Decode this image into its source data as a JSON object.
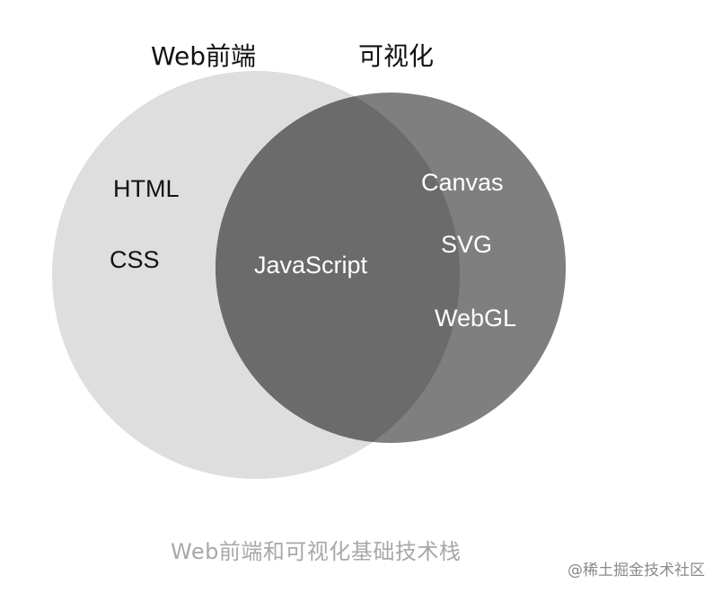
{
  "sets": {
    "left": {
      "title": "Web前端",
      "color": "#dedede"
    },
    "right": {
      "title": "可视化",
      "color": "#7f7f7f"
    },
    "overlap": {
      "color": "#6b6b6b"
    }
  },
  "items": {
    "left": [
      "HTML",
      "CSS"
    ],
    "overlap": [
      "JavaScript"
    ],
    "right": [
      "Canvas",
      "SVG",
      "WebGL"
    ]
  },
  "caption": "Web前端和可视化基础技术栈",
  "watermark": "@稀土掘金技术社区"
}
